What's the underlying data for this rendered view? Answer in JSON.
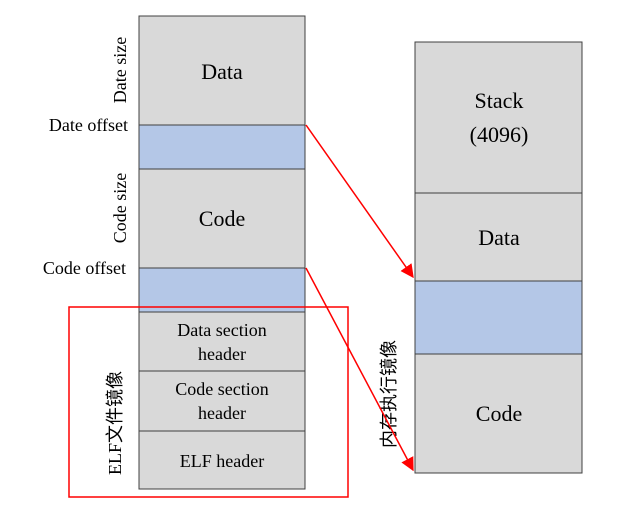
{
  "left_column": {
    "blocks": [
      {
        "label": "Data",
        "fill": "#d9d9d9"
      },
      {
        "label": "",
        "fill": "#b4c7e7"
      },
      {
        "label": "Code",
        "fill": "#d9d9d9"
      },
      {
        "label": "",
        "fill": "#b4c7e7"
      },
      {
        "label_lines": [
          "Data section",
          "header"
        ],
        "fill": "#d9d9d9"
      },
      {
        "label_lines": [
          "Code section",
          "header"
        ],
        "fill": "#d9d9d9"
      },
      {
        "label": "ELF header",
        "fill": "#d9d9d9"
      }
    ],
    "side_labels": {
      "date_size": "Date size",
      "date_offset": "Date offset",
      "code_size": "Code size",
      "code_offset": "Code offset",
      "elf_image": "ELF文件镜像"
    }
  },
  "right_column": {
    "blocks": [
      {
        "label_lines": [
          "Stack",
          "(4096)"
        ],
        "fill": "#d9d9d9"
      },
      {
        "label": "Data",
        "fill": "#d9d9d9"
      },
      {
        "label": "",
        "fill": "#b4c7e7"
      },
      {
        "label": "Code",
        "fill": "#d9d9d9"
      }
    ],
    "side_label": "内存执行镜像"
  },
  "colors": {
    "block_gray": "#d9d9d9",
    "block_blue": "#b4c7e7",
    "arrow_red": "#ff0000",
    "border_dark": "#404040"
  }
}
